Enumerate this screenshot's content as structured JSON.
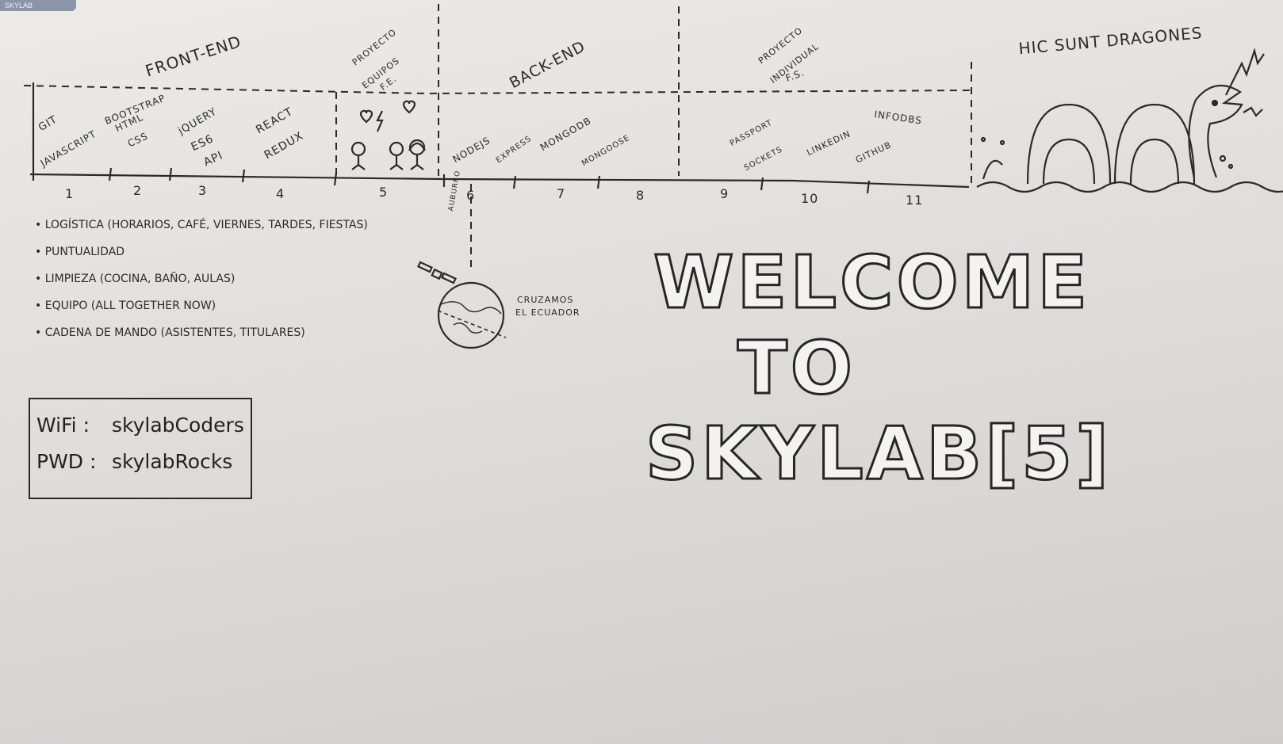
{
  "badge": "SKYLAB",
  "sections": {
    "front_end": "FRONT-END",
    "proyecto_equipos": [
      "PROYECTO",
      "EQUIPOS",
      "F.E."
    ],
    "back_end": "BACK-END",
    "proyecto_individual": [
      "PROYECTO",
      "INDIVIDUAL",
      "F.S."
    ],
    "hic_sunt": "HIC   SUNT   DRAGONES"
  },
  "topics": {
    "git": "GIT",
    "javascript": "JAVASCRIPT",
    "bootstrap": "BOOTSTRAP",
    "html": "HTML",
    "css": "CSS",
    "jquery": "jQUERY",
    "es6": "ES6",
    "api": "API",
    "react": "REACT",
    "redux": "REDUX",
    "nodejs": "NODEJS",
    "express": "EXPRESS",
    "mongodb": "MONGODB",
    "mongoose": "MONGOOSE",
    "passport": "PASSPORT",
    "sockets": "SOCKETS",
    "linkedin": "LINKEDIN",
    "github": "GITHUB",
    "infodbs": "INFODBS"
  },
  "weeks": [
    "1",
    "2",
    "3",
    "4",
    "5",
    "6",
    "7",
    "8",
    "9",
    "10",
    "11"
  ],
  "milestone": "AUBURRO",
  "equator": [
    "CRUZAMOS",
    "EL ECUADOR"
  ],
  "bullets": [
    "LOGÍSTICA (HORARIOS, CAFÉ, VIERNES, TARDES, FIESTAS)",
    "PUNTUALIDAD",
    "LIMPIEZA (COCINA, BAÑO, AULAS)",
    "EQUIPO (ALL TOGETHER NOW)",
    "CADENA DE MANDO (ASISTENTES, TITULARES)"
  ],
  "wifi": {
    "wifi_label": "WiFi :",
    "wifi_value": "skylabCoders",
    "pwd_label": "PWD :",
    "pwd_value": "skylabRocks"
  },
  "welcome": [
    "WELCOME",
    "TO",
    "SKYLAB[5]"
  ]
}
